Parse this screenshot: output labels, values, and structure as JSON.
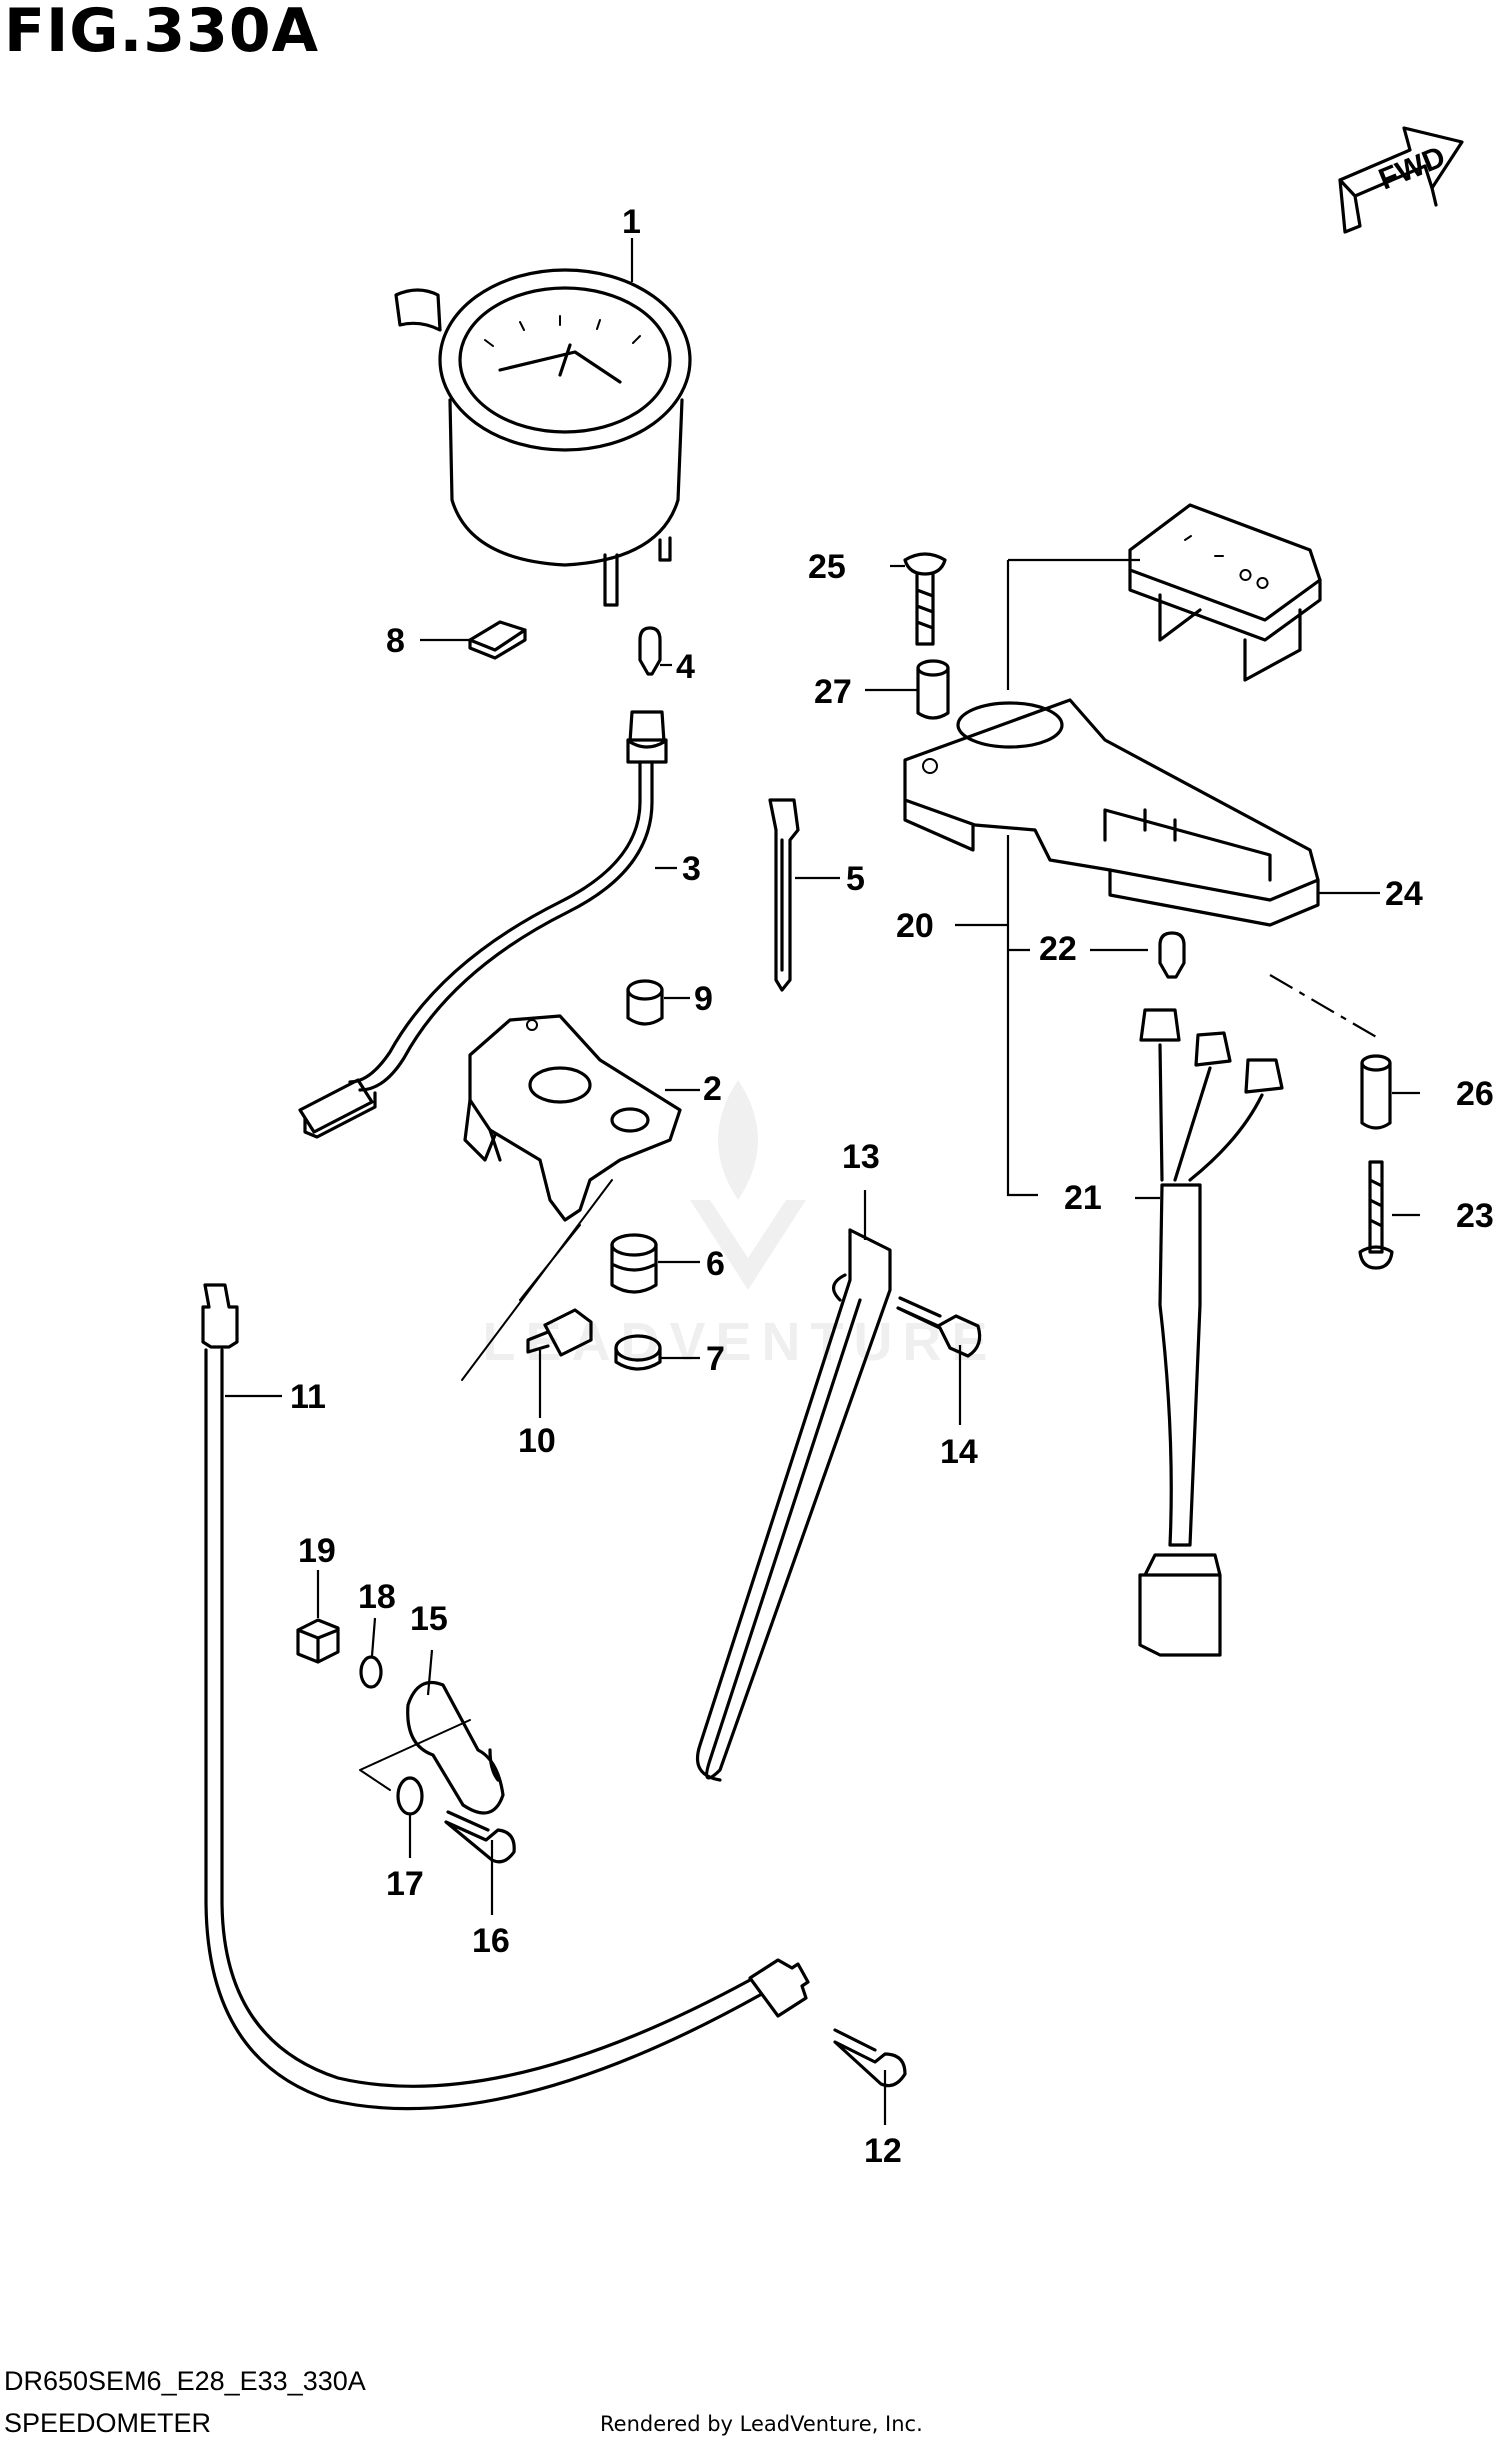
{
  "header": {
    "figure_title": "FIG.330A"
  },
  "direction_badge": {
    "label": "FWD"
  },
  "callouts": [
    "1",
    "2",
    "3",
    "4",
    "5",
    "6",
    "7",
    "8",
    "9",
    "10",
    "11",
    "12",
    "13",
    "14",
    "15",
    "16",
    "17",
    "18",
    "19",
    "20",
    "21",
    "22",
    "23",
    "24",
    "25",
    "26",
    "27"
  ],
  "footer": {
    "model_code": "DR650SEM6_E28_E33_330A",
    "section_name": "SPEEDOMETER",
    "credit": "Rendered by LeadVenture, Inc."
  },
  "watermark": {
    "text": "LEADVENTURE"
  }
}
